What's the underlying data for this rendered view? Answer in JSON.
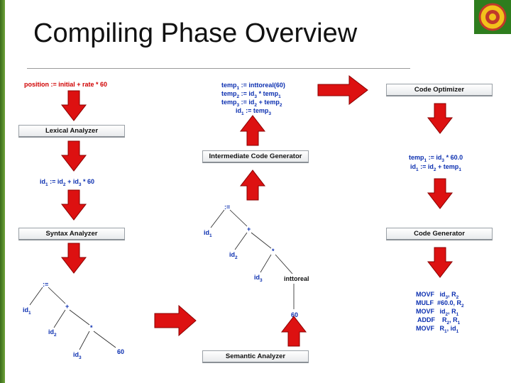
{
  "slide": {
    "title": "Compiling Phase Overview"
  },
  "source": {
    "text": "position := initial + rate * 60"
  },
  "phases": {
    "lexical": "Lexical Analyzer",
    "syntax": "Syntax Analyzer",
    "semantic": "Semantic Analyzer",
    "intermediate": "Intermediate Code Generator",
    "optimizer": "Code Optimizer",
    "codegen": "Code Generator"
  },
  "tokens": {
    "id1": "id",
    "s1": "1",
    "assign": ":=",
    "id2": "id",
    "s2": "2",
    "plus": "+",
    "id3": "id",
    "s3": "3",
    "times": "*",
    "num": "60"
  },
  "tree1": {
    "assign": ":=",
    "id1": "id",
    "s1": "1",
    "plus": "+",
    "id2": "id",
    "s2": "2",
    "times": "*",
    "id3": "id",
    "s3": "3",
    "num": "60"
  },
  "tree2": {
    "assign": ":=",
    "id1": "id",
    "s1": "1",
    "plus": "+",
    "id2": "id",
    "s2": "2",
    "times": "*",
    "id3": "id",
    "s3": "3",
    "conv": "inttoreal",
    "num": "60"
  },
  "inter": {
    "l1": {
      "a": "temp",
      "as": "1",
      "b": ":=  inttoreal(60)"
    },
    "l2": {
      "a": "temp",
      "as": "2",
      "b": ":=  id",
      "bs": "3",
      "c": "*  temp",
      "cs": "1"
    },
    "l3": {
      "a": "temp",
      "as": "3",
      "b": ":=  id",
      "bs": "2",
      "c": "+  temp",
      "cs": "2"
    },
    "l4": {
      "a": "id",
      "as": "1",
      "b": ":=  temp",
      "bs": "3"
    }
  },
  "opt": {
    "l1": {
      "a": "temp",
      "as": "1",
      "b": ":=  id",
      "bs": "3",
      "c": "*  60.0"
    },
    "l2": {
      "a": "id",
      "as": "1",
      "b": ":=  id",
      "bs": "2",
      "c": "+  temp",
      "cs": "1"
    }
  },
  "asm": [
    {
      "op": "MOVF",
      "a": "id",
      "as": "3",
      "b": ",  R",
      "bs": "2"
    },
    {
      "op": "MULF",
      "a": "#60.0,  R",
      "as": "2",
      "b": "",
      "bs": ""
    },
    {
      "op": "MOVF",
      "a": "id",
      "as": "2",
      "b": ",  R",
      "bs": "1"
    },
    {
      "op": "ADDF",
      "a": "R",
      "as": "2",
      "b": ",  R",
      "bs": "1"
    },
    {
      "op": "MOVF",
      "a": "R",
      "as": "1",
      "b": ",  id",
      "bs": "1"
    }
  ],
  "colors": {
    "arrow": "#dd1111",
    "text": "#0b2fb0",
    "source": "#d00000"
  }
}
